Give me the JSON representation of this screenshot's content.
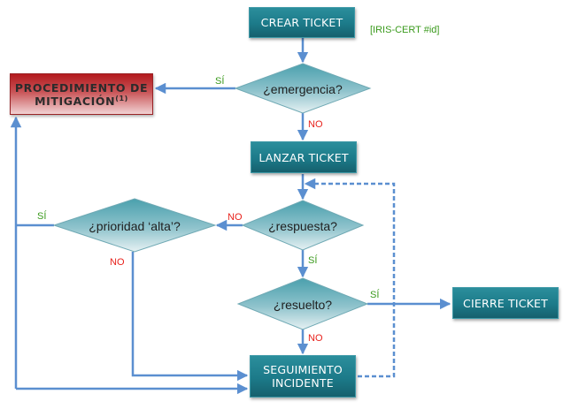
{
  "diagram": {
    "nodes": {
      "crear_ticket": "CREAR TICKET",
      "iris_tag": "[IRIS-CERT #id]",
      "mitigacion_line1": "PROCEDIMIENTO DE",
      "mitigacion_line2": "MITIGACIÓN",
      "mitigacion_note": "(1)",
      "emergencia": "¿emergencia?",
      "lanzar_ticket": "LANZAR TICKET",
      "respuesta": "¿respuesta?",
      "prioridad": "¿prioridad ‘alta’?",
      "resuelto": "¿resuelto?",
      "cierre_ticket": "CIERRE TICKET",
      "seguimiento_line1": "SEGUIMIENTO",
      "seguimiento_line2": "INCIDENTE"
    },
    "edge_labels": {
      "emergencia_si": "SÍ",
      "emergencia_no": "NO",
      "respuesta_no": "NO",
      "respuesta_si": "SÍ",
      "prioridad_si": "SÍ",
      "prioridad_no": "NO",
      "resuelto_si": "SÍ",
      "resuelto_no": "NO"
    },
    "colors": {
      "process_box": "#1c7a89",
      "mitigation_box": "#b31a1e",
      "connector": "#5b8fd0",
      "yes_label": "#3a9a1c",
      "no_label": "#e8221c"
    }
  }
}
